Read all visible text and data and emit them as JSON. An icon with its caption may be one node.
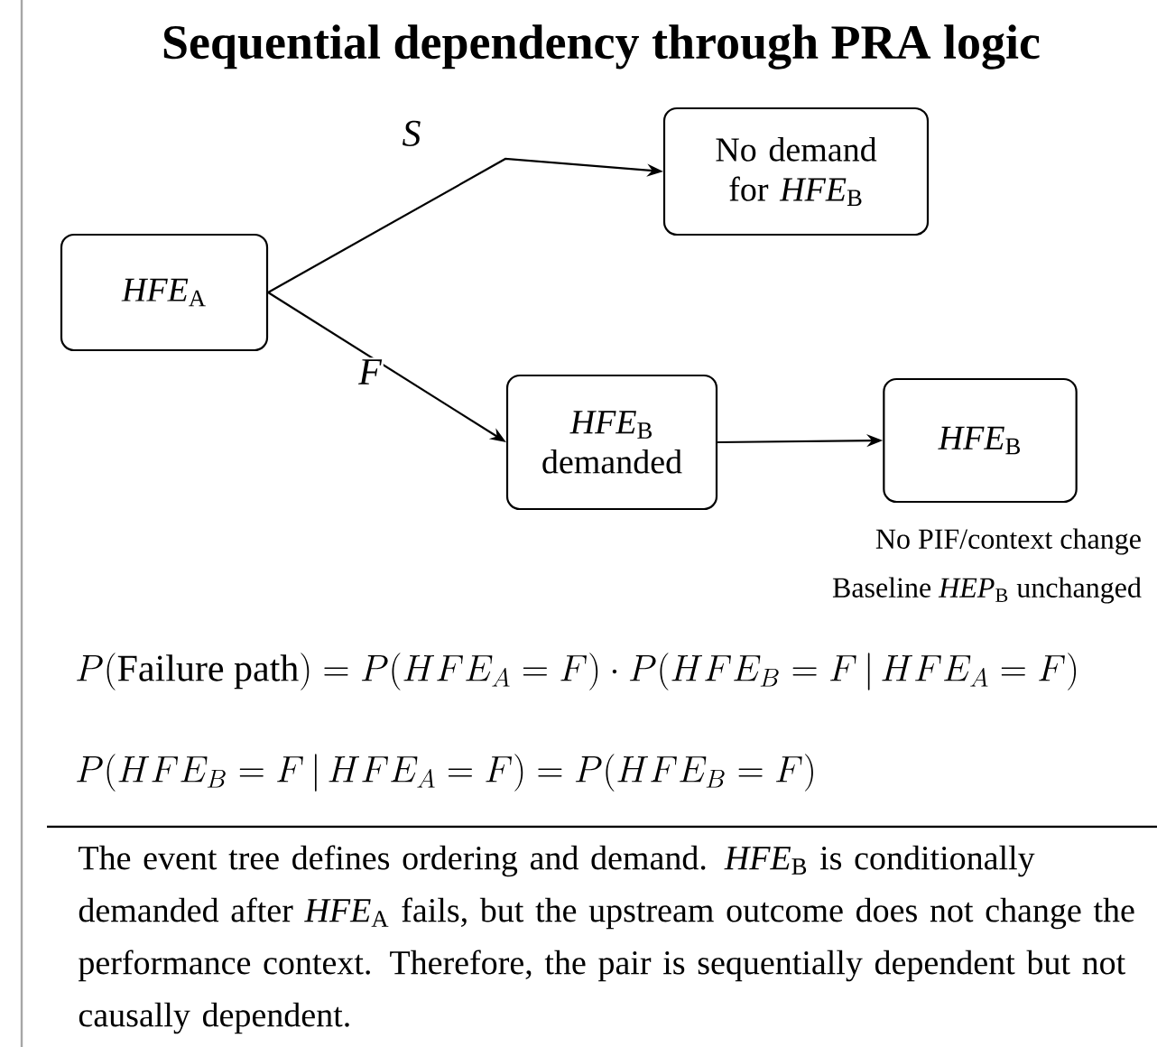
{
  "diagram": {
    "title": "Sequential dependency through PRA logic",
    "nodes": [
      {
        "text": [
          "*HFE*$_{A}$"
        ]
      },
      {
        "text": [
          "No demand for *HFE*$_{B}$"
        ]
      },
      {
        "text": [
          "*HFE*$_{B}$ demanded"
        ]
      },
      {
        "text": [
          "*HFE*$_{B}$"
        ],
        "beside": [
          "No PIF/context change",
          "Baseline *HEP*$_{B}$ unchanged"
        ]
      }
    ],
    "edges": [
      {
        "from": 0,
        "to": 1,
        "arrow": "to",
        "label": "S"
      },
      {
        "from": 0,
        "to": 2,
        "arrow": "to",
        "label": "F"
      },
      {
        "from": 2,
        "to": 3,
        "arrow": "to"
      }
    ],
    "labels": [
      "P(\\mathrm{Failure\\ path}) = P(HFE_A = F)\\cdot P(HFE_B = F \\,|\\, HFE_A = F)",
      "P(HFE_B = F \\,|\\, HFE_A = F) = P(HFE_B = F)",
      "The event tree defines ordering and demand. *HFE*$_{B}$ is conditionally demanded after *HFE*$_{A}$ fails, but the upstream outcome does not change the performance context. Therefore, the pair is sequentially dependent but not causally dependent."
    ]
  }
}
